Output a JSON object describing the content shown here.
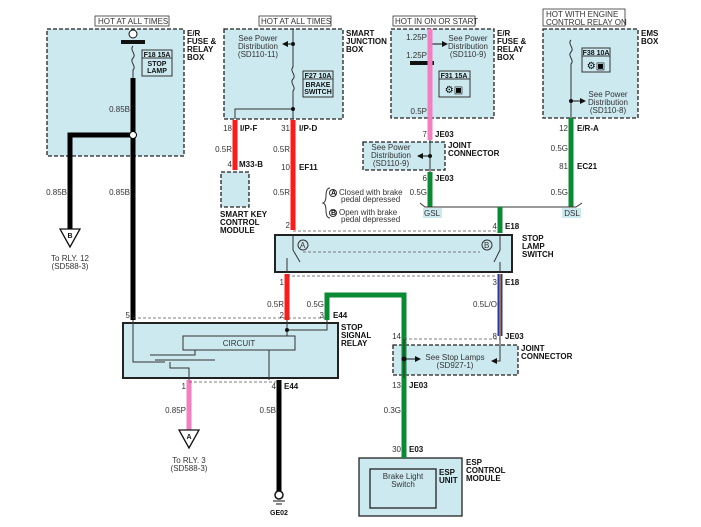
{
  "colors": {
    "red": "#ff1a1a",
    "pink": "#f37fc1",
    "green": "#0a8a32",
    "black": "#000000",
    "blue": "#1a3fa8",
    "orange": "#ff8c1a",
    "box_fill": "#cce9f0"
  },
  "power": {
    "hot1": "HOT AT ALL TIMES",
    "hot2": "HOT AT ALL TIMES",
    "hot3": "HOT IN ON OR START",
    "hot4a": "HOT WITH ENGINE",
    "hot4b": "CONTROL RELAY ON"
  },
  "boxes": {
    "er1": [
      "E/R",
      "FUSE &",
      "RELAY",
      "BOX"
    ],
    "sjb": [
      "SMART",
      "JUNCTION",
      "BOX"
    ],
    "er2": [
      "E/R",
      "FUSE &",
      "RELAY",
      "BOX"
    ],
    "ems": [
      "EMS",
      "BOX"
    ],
    "smartkey": [
      "SMART KEY",
      "CONTROL",
      "MODULE"
    ],
    "jc1": [
      "JOINT",
      "CONNECTOR"
    ],
    "sls": [
      "STOP",
      "LAMP",
      "SWITCH"
    ],
    "ssr": [
      "STOP",
      "SIGNAL",
      "RELAY"
    ],
    "jc2": [
      "JOINT",
      "CONNECTOR"
    ],
    "esp": [
      "ESP",
      "CONTROL",
      "MODULE"
    ],
    "espunit": [
      "ESP",
      "UNIT"
    ],
    "circuit": "CIRCUIT",
    "brake_light": [
      "Brake Light",
      "Switch"
    ]
  },
  "fuses": {
    "f18": {
      "name": "F18 15A",
      "desc": [
        "STOP",
        "LAMP"
      ]
    },
    "f27": {
      "name": "F27 10A",
      "desc": [
        "BRAKE",
        "SWITCH"
      ]
    },
    "f31": {
      "name": "F31 15A"
    },
    "f38": {
      "name": "F38 10A"
    }
  },
  "refs": {
    "pd11": [
      "See Power",
      "Distribution",
      "(SD110-11)"
    ],
    "pd9a": [
      "See Power",
      "Distribution",
      "(SD110-9)"
    ],
    "pd9b": [
      "See Power",
      "Distribution",
      "(SD110-9)"
    ],
    "pd8": [
      "See Power",
      "Distribution",
      "(SD110-8)"
    ],
    "stoplamps": [
      "See Stop Lamps",
      "(SD927-1)"
    ],
    "rly12": [
      "To RLY. 12",
      "(SD588-3)"
    ],
    "rly3": [
      "To RLY. 3",
      "(SD588-3)"
    ],
    "ground": "GE02",
    "tri_a": "A",
    "tri_b": "B"
  },
  "legend": {
    "a_sym": "A",
    "a": [
      "Closed with brake",
      "pedal depressed"
    ],
    "b_sym": "B",
    "b": [
      "Open with brake",
      "pedal depressed"
    ]
  },
  "signals": {
    "gsl": "GSL",
    "dsl": "DSL"
  },
  "wires": {
    "w085b_1": "0.85B",
    "w085b_2": "0.85B",
    "w085b_3": "0.85B",
    "w05r_1": "0.5R",
    "w05r_2": "0.5R",
    "w05r_3": "0.5R",
    "w05r_4": "0.5R",
    "w125p_1": "1.25P",
    "w125p_2": "1.25P",
    "w05p": "0.5P",
    "w05g_1": "0.5G",
    "w05g_2": "0.5G",
    "w05g_3": "0.5G",
    "w05g_4": "0.5G",
    "w05lo": "0.5L/O",
    "w03g": "0.3G",
    "w085p": "0.85P",
    "w05b": "0.5B"
  },
  "pins": {
    "p18": "18",
    "ipf": "I/P-F",
    "p31": "31",
    "ipd": "I/P-D",
    "p4a": "4",
    "m33b": "M33-B",
    "p10": "10",
    "ef11": "EF11",
    "p2a": "2",
    "p7": "7",
    "je03a": "JE03",
    "p6": "6",
    "je03b": "JE03",
    "p12": "12",
    "era": "E/R-A",
    "p81": "81",
    "ec21": "EC21",
    "p4b": "4",
    "e18a": "E18",
    "p1a": "1",
    "p3a": "3",
    "e18b": "E18",
    "p5": "5",
    "p2b": "2",
    "p3b": "3",
    "e44a": "E44",
    "p14": "14",
    "p8": "8",
    "je03c": "JE03",
    "p13": "13",
    "je03d": "JE03",
    "p30": "30",
    "e03": "E03",
    "p1b": "1",
    "p4c": "4",
    "e44b": "E44"
  }
}
